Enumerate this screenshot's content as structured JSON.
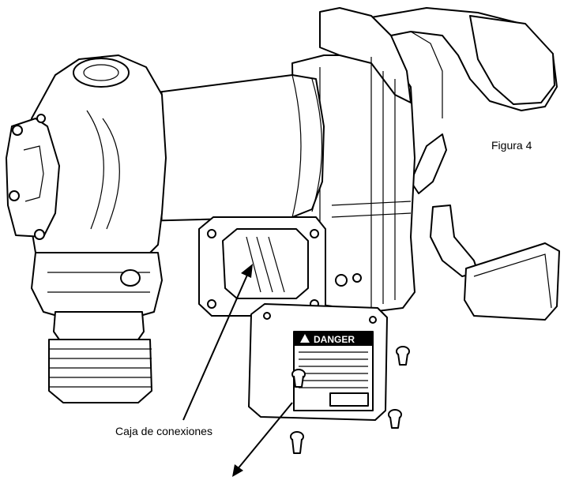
{
  "labels": {
    "figure": "Figura 4",
    "junction_box": "Caja de conexiones"
  },
  "plate": {
    "header": "DANGER"
  },
  "colors": {
    "line": "#000000",
    "background": "#ffffff"
  }
}
